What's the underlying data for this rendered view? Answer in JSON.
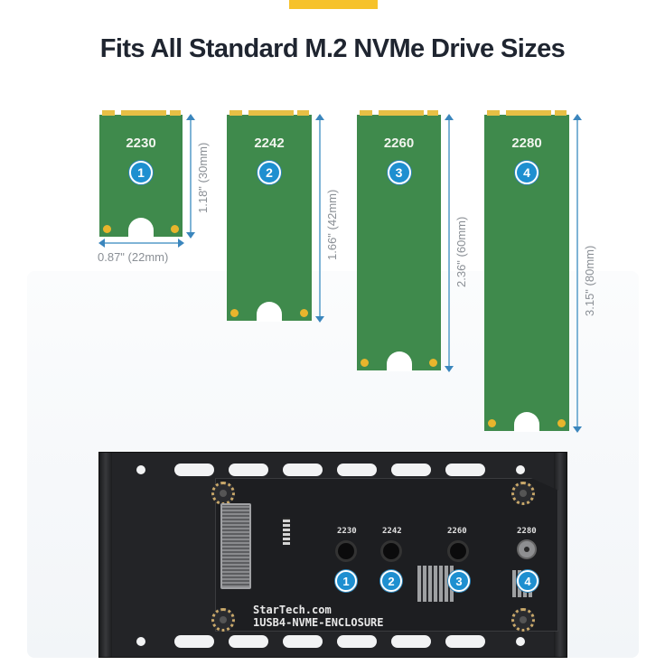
{
  "header": {
    "accent_color": "#F6C22B",
    "title": "Fits All Standard M.2 NVMe Drive Sizes"
  },
  "drives": [
    {
      "size": "2230",
      "badge": "1",
      "length_label": "1.18\" (30mm)",
      "width_label": "0.87\" (22mm)"
    },
    {
      "size": "2242",
      "badge": "2",
      "length_label": "1.66\" (42mm)"
    },
    {
      "size": "2260",
      "badge": "3",
      "length_label": "2.36\" (60mm)"
    },
    {
      "size": "2280",
      "badge": "4",
      "length_label": "3.15\" (80mm)"
    }
  ],
  "enclosure": {
    "brand": "StarTech.com",
    "model": "1USB4-NVME-ENCLOSURE",
    "positions": [
      {
        "label": "2230",
        "badge": "1"
      },
      {
        "label": "2242",
        "badge": "2"
      },
      {
        "label": "2260",
        "badge": "3"
      },
      {
        "label": "2280",
        "badge": "4"
      }
    ]
  },
  "colors": {
    "pcb_green": "#3f8a4c",
    "gold": "#e7bf45",
    "badge_blue": "#1e8fd0",
    "dimension_line": "#3b86bd",
    "enclosure": "#232427"
  }
}
